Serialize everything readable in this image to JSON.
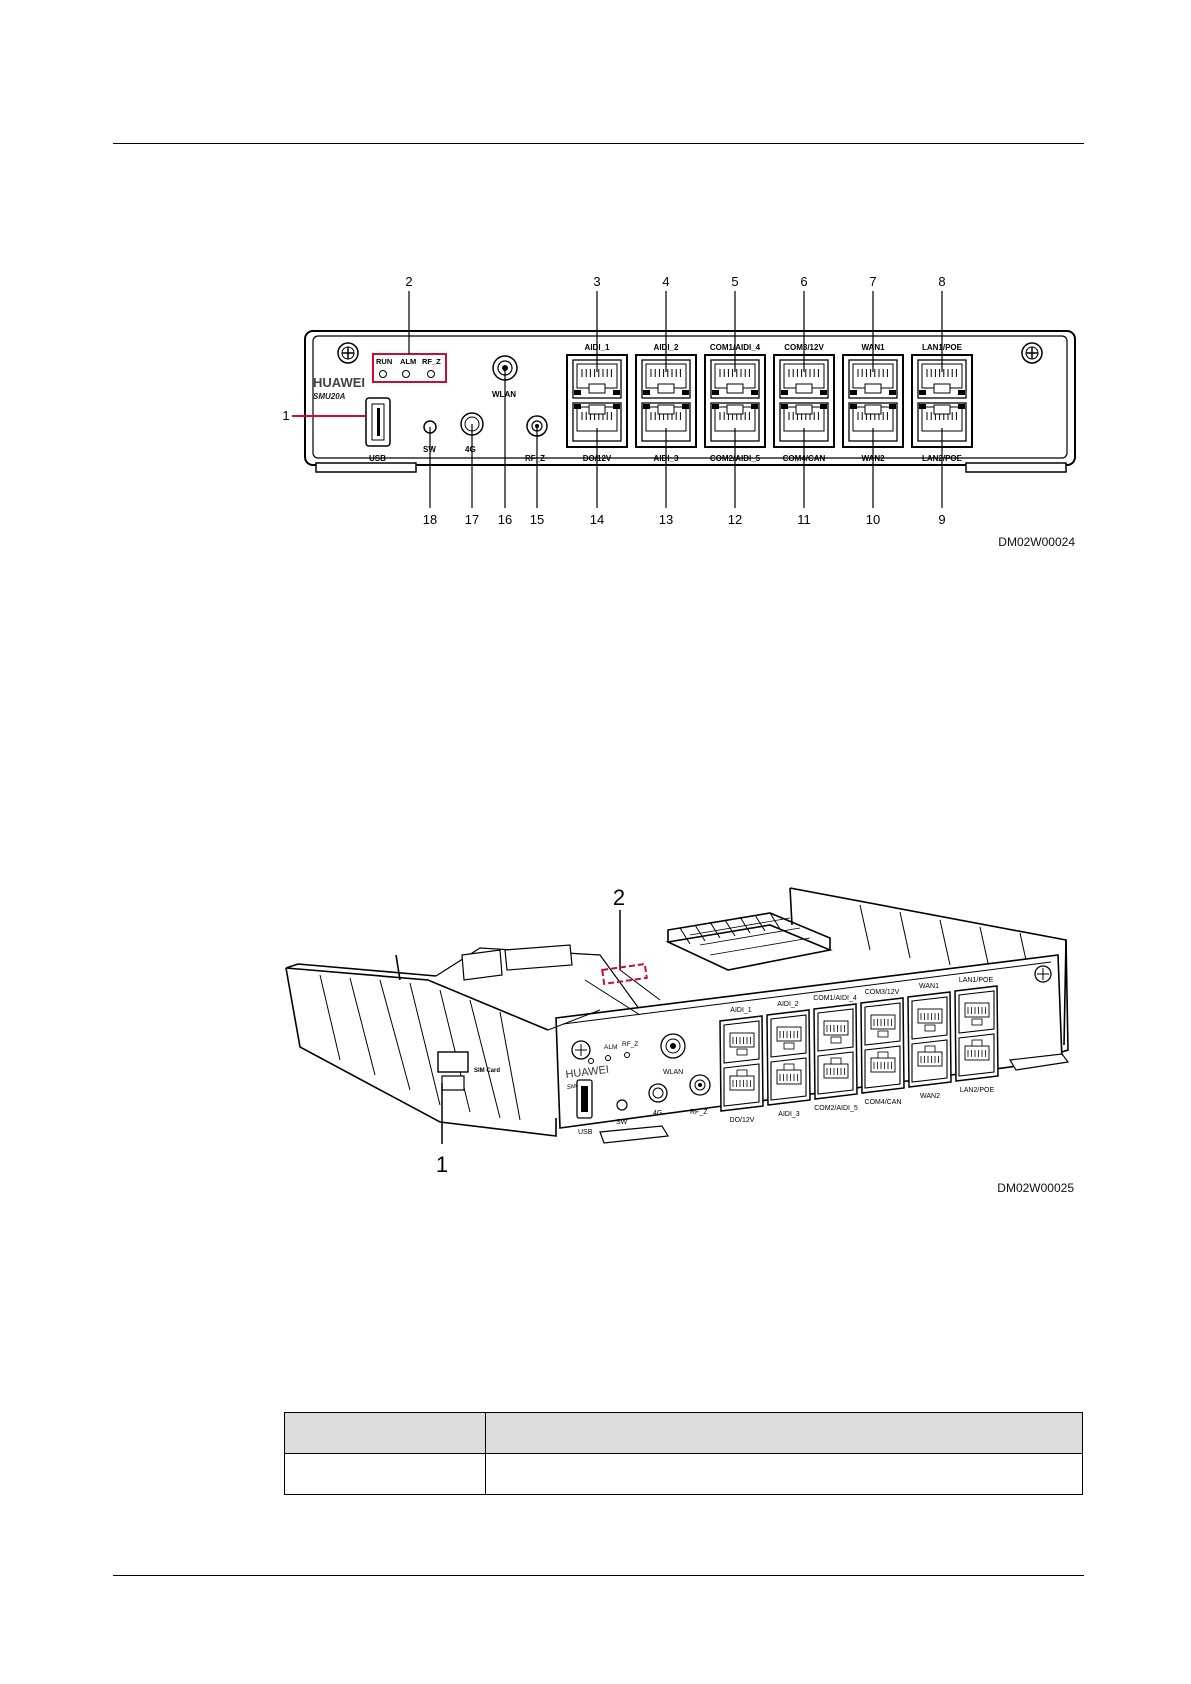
{
  "figure1": {
    "id": "DM02W00024",
    "brand": "HUAWEI",
    "model": "SMU20A",
    "top_ports": [
      "AIDI_1",
      "AIDI_2",
      "COM1/AIDI_4",
      "COM3/12V",
      "WAN1",
      "LAN1/POE"
    ],
    "bottom_ports": [
      "DO/12V",
      "AIDI_3",
      "COM2/AIDI_5",
      "COM4/CAN",
      "WAN2",
      "LAN2/POE"
    ],
    "leds": [
      "RUN",
      "ALM",
      "RF_Z"
    ],
    "labels": {
      "usb": "USB",
      "sw": "SW",
      "g4": "4G",
      "wlan": "WLAN",
      "rfz": "RF_Z"
    },
    "callouts_top": [
      "2",
      "3",
      "4",
      "5",
      "6",
      "7",
      "8"
    ],
    "callouts_bottom": [
      "18",
      "17",
      "16",
      "15",
      "14",
      "13",
      "12",
      "11",
      "10",
      "9"
    ],
    "callout_left": "1"
  },
  "figure2": {
    "id": "DM02W00025",
    "brand": "HUAWEI",
    "model": "SMU20A",
    "top_ports": [
      "AIDI_1",
      "AIDI_2",
      "COM1/AIDI_4",
      "COM3/12V",
      "WAN1",
      "LAN1/POE"
    ],
    "bottom_ports": [
      "DO/12V",
      "AIDI_3",
      "COM2/AIDI_5",
      "COM4/CAN",
      "WAN2",
      "LAN2/POE"
    ],
    "leds": [
      "ALM",
      "RF_Z"
    ],
    "labels": {
      "usb": "USB",
      "sw": "SW",
      "g4": "4G",
      "wlan": "WLAN",
      "rfz": "RF_Z",
      "sim": "SIM Card"
    },
    "callout_1": "1",
    "callout_2": "2"
  },
  "table": {
    "rows": [
      [
        "",
        ""
      ],
      [
        "",
        ""
      ]
    ]
  }
}
